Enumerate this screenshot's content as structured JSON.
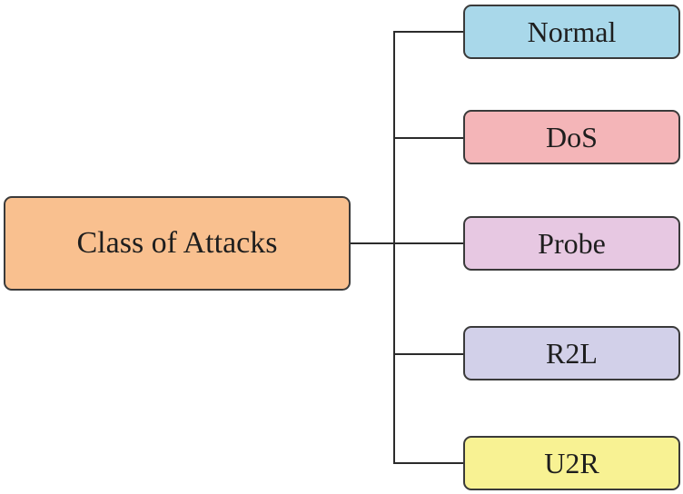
{
  "root": {
    "label": "Class of Attacks",
    "color": "#f9c08f"
  },
  "classes": [
    {
      "label": "Normal",
      "color": "#a9d8ea"
    },
    {
      "label": "DoS",
      "color": "#f4b5b8"
    },
    {
      "label": "Probe",
      "color": "#e7c8e2"
    },
    {
      "label": "R2L",
      "color": "#d2d0e9"
    },
    {
      "label": "U2R",
      "color": "#f8f293"
    }
  ]
}
